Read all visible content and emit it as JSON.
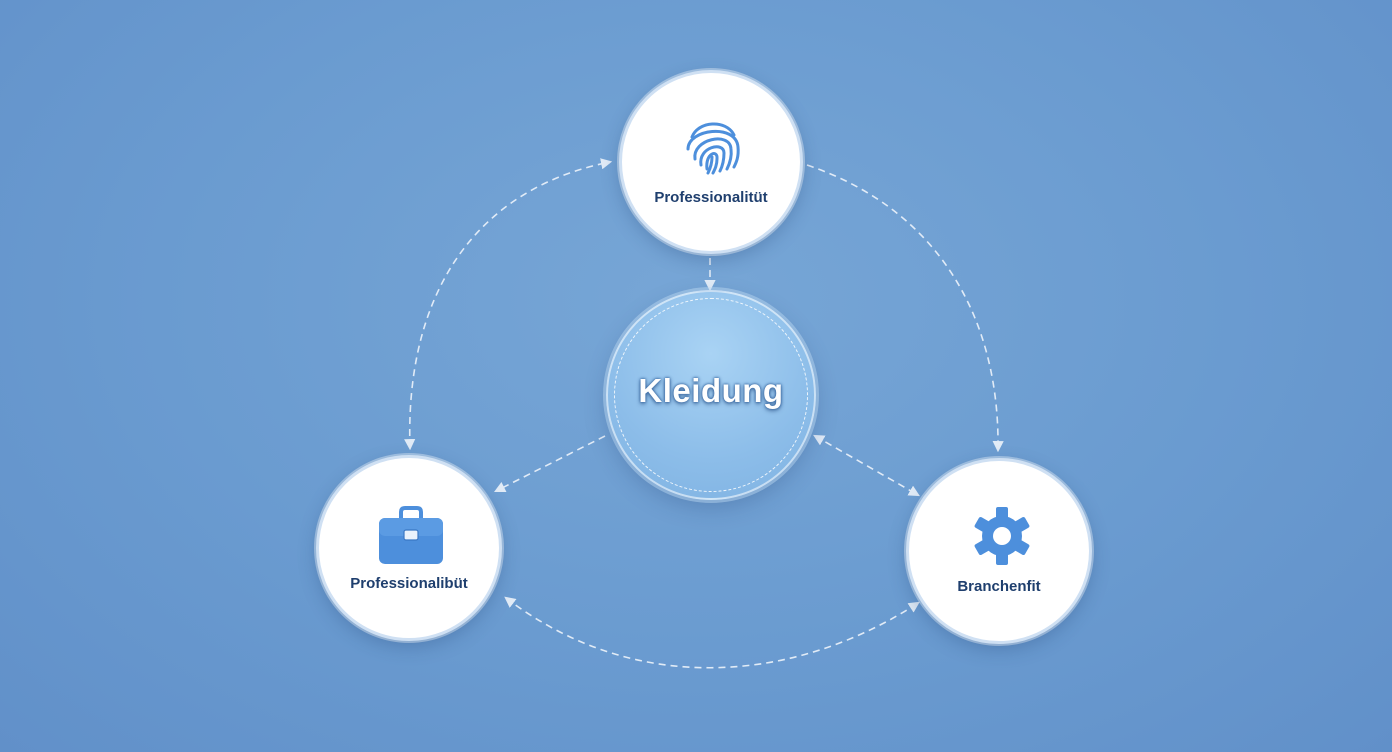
{
  "center": {
    "label": "Kleidung"
  },
  "nodes": {
    "top": {
      "label": "Professionalitüt",
      "icon": "fingerprint-icon"
    },
    "left": {
      "label": "Professionalibüt",
      "icon": "briefcase-icon"
    },
    "right": {
      "label": "Branchenfit",
      "icon": "gear-icon"
    }
  },
  "colors": {
    "background": "#6a9bd0",
    "node_fill": "#ffffff",
    "node_text": "#1f3f6e",
    "icon": "#4d8fdc",
    "center_fill": "#9ccaf0",
    "connector": "#eef4fb"
  }
}
